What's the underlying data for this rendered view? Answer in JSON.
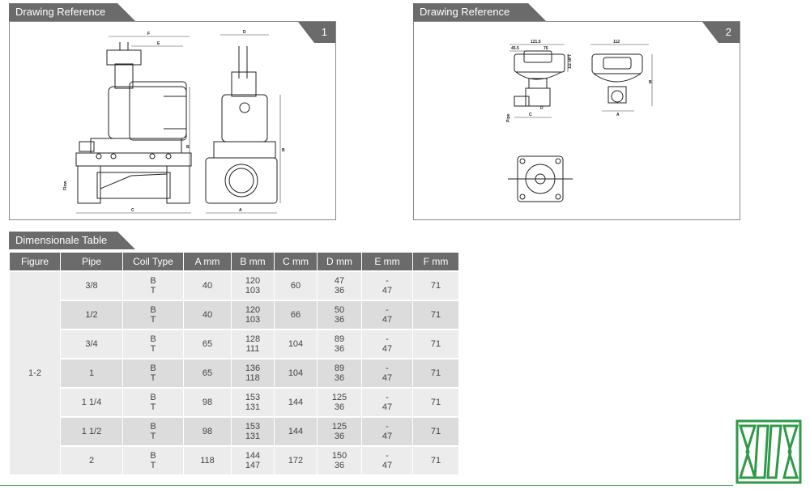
{
  "panels": [
    {
      "tab": "Drawing Reference",
      "figure": "1",
      "dim_labels": {
        "f": "F",
        "e": "E",
        "d": "D",
        "b": "B",
        "b2": "B",
        "c": "C",
        "a": "A",
        "flow": "Flow"
      }
    },
    {
      "tab": "Drawing Reference",
      "figure": "2",
      "dim_labels": {
        "w1": "121.5",
        "w2": "45.5",
        "w3": "76",
        "w4": "112",
        "npt": "1/2 NPT",
        "b": "B",
        "c": "C",
        "d": "D",
        "a": "A",
        "pipe": "Pipe"
      }
    }
  ],
  "table": {
    "tab": "Dimensionale Table",
    "headers": [
      "Figure",
      "Pipe",
      "Coil Type",
      "A mm",
      "B mm",
      "C mm",
      "D mm",
      "E mm",
      "F mm"
    ],
    "figure_value": "1-2",
    "rows": [
      {
        "pipe": "3/8",
        "coil1": "B",
        "coil2": "T",
        "a": "40",
        "b1": "120",
        "b2": "103",
        "c": "60",
        "d1": "47",
        "d2": "36",
        "e1": "-",
        "e2": "47",
        "f": "71"
      },
      {
        "pipe": "1/2",
        "coil1": "B",
        "coil2": "T",
        "a": "40",
        "b1": "120",
        "b2": "103",
        "c": "66",
        "d1": "50",
        "d2": "36",
        "e1": "-",
        "e2": "47",
        "f": "71"
      },
      {
        "pipe": "3/4",
        "coil1": "B",
        "coil2": "T",
        "a": "65",
        "b1": "128",
        "b2": "111",
        "c": "104",
        "d1": "89",
        "d2": "36",
        "e1": "-",
        "e2": "47",
        "f": "71"
      },
      {
        "pipe": "1",
        "coil1": "B",
        "coil2": "T",
        "a": "65",
        "b1": "136",
        "b2": "118",
        "c": "104",
        "d1": "89",
        "d2": "36",
        "e1": "-",
        "e2": "47",
        "f": "71"
      },
      {
        "pipe": "1 1/4",
        "coil1": "B",
        "coil2": "T",
        "a": "98",
        "b1": "153",
        "b2": "131",
        "c": "144",
        "d1": "125",
        "d2": "36",
        "e1": "-",
        "e2": "47",
        "f": "71"
      },
      {
        "pipe": "1 1/2",
        "coil1": "B",
        "coil2": "T",
        "a": "98",
        "b1": "153",
        "b2": "131",
        "c": "144",
        "d1": "125",
        "d2": "36",
        "e1": "-",
        "e2": "47",
        "f": "71"
      },
      {
        "pipe": "2",
        "coil1": "B",
        "coil2": "T",
        "a": "118",
        "b1": "144",
        "b2": "147",
        "c": "172",
        "d1": "150",
        "d2": "36",
        "e1": "-",
        "e2": "47",
        "f": "71"
      }
    ]
  },
  "logo": {
    "name": "company-logo-icon",
    "color": "#2e9a47"
  },
  "colors": {
    "tab": "#6b6b6b",
    "row_light": "#ececec",
    "row_dark": "#dcdcdc",
    "accent": "#3a9a4a"
  }
}
